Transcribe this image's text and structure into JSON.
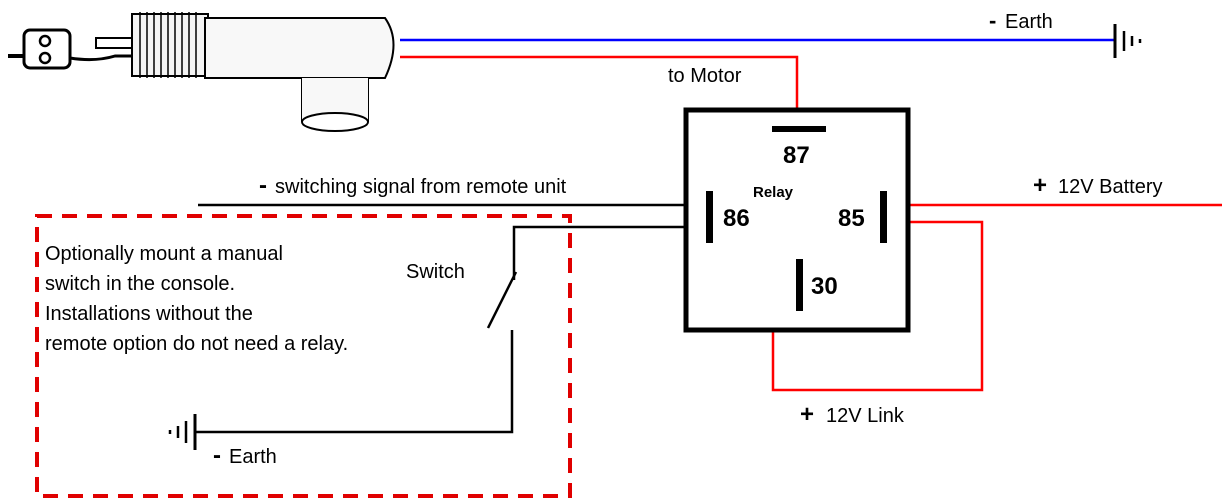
{
  "labels": {
    "earth_top": "Earth",
    "to_motor": "to Motor",
    "switching_signal": "switching signal from remote unit",
    "battery": "12V Battery",
    "relay": "Relay",
    "switch": "Switch",
    "note_line1": "Optionally mount a manual",
    "note_line2": "switch in the console.",
    "note_line3": "Installations without the",
    "note_line4": "remote option do not need a relay.",
    "earth_bottom": "Earth",
    "link": "12V Link",
    "minus": "-",
    "plus": "+"
  },
  "pins": {
    "p87": "87",
    "p86": "86",
    "p85": "85",
    "p30": "30"
  },
  "colors": {
    "wire_positive": "#ff0000",
    "wire_negative": "#0000ff",
    "wire_signal": "#000000",
    "dashed_box": "#e00000"
  }
}
